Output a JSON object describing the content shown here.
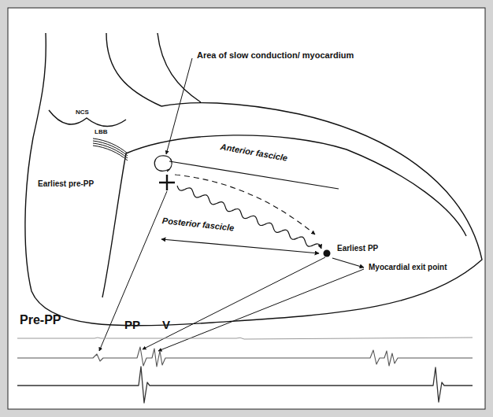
{
  "diagram": {
    "labels": [
      "Area of slow conduction/ myocardium",
      "NCS",
      "LBB",
      "Anterior fascicle",
      "Earliest pre-PP",
      "Posterior fascicle",
      "Earliest PP",
      "Myocardial exit point",
      "Pre-PP",
      "PP",
      "V"
    ]
  }
}
